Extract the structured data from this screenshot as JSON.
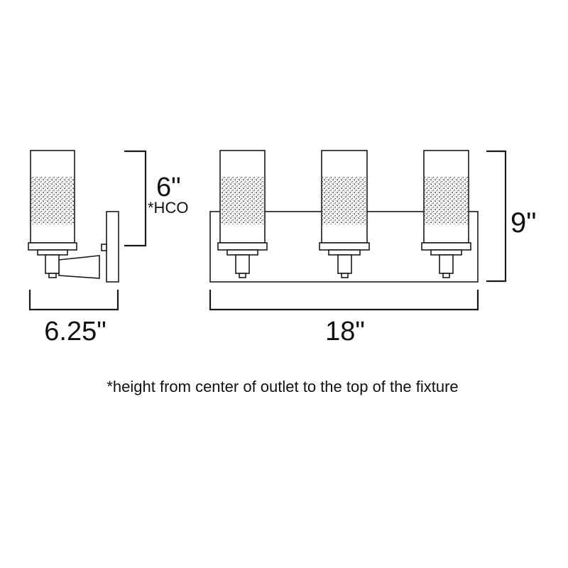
{
  "dimensions": {
    "hco_height": "6\"",
    "hco_label": "*HCO",
    "overall_height": "9\"",
    "depth": "6.25\"",
    "width": "18\""
  },
  "footnote": "*height from center of outlet to the top of the fixture",
  "colors": {
    "line": "#1a1a1a",
    "background": "#ffffff"
  }
}
